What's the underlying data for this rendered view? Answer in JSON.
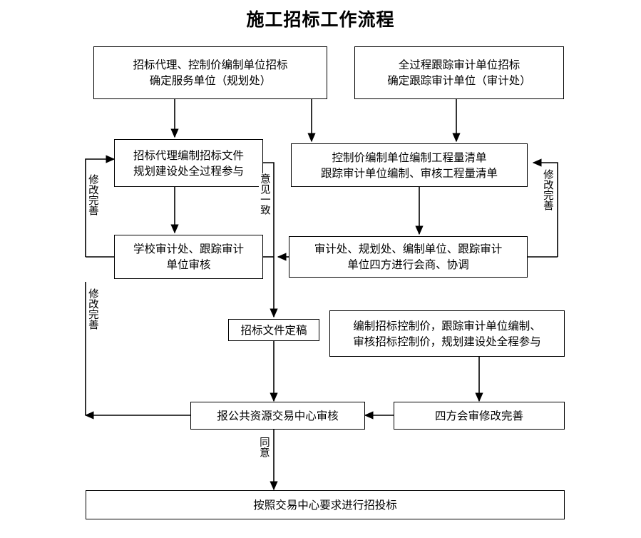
{
  "title": "施工招标工作流程",
  "nodes": {
    "n1": {
      "lines": [
        "招标代理、控制价编制单位招标",
        "确定服务单位（规划处）"
      ]
    },
    "n2": {
      "lines": [
        "全过程跟踪审计单位招标",
        "确定跟踪审计单位（审计处）"
      ]
    },
    "n3": {
      "lines": [
        "招标代理编制招标文件",
        "规划建设处全过程参与"
      ]
    },
    "n4": {
      "lines": [
        "控制价编制单位编制工程量清单",
        "跟踪审计单位编制、审核工程量清单"
      ]
    },
    "n5": {
      "lines": [
        "学校审计处、跟踪审计",
        "单位审核"
      ]
    },
    "n6": {
      "lines": [
        "审计处、规划处、编制单位、跟踪审计",
        "单位四方进行会商、协调"
      ]
    },
    "n7": {
      "lines": [
        "招标文件定稿"
      ]
    },
    "n8": {
      "lines": [
        "编制招标控制价，跟踪审计单位编制、",
        "审核招标控制价，规划建设处全程参与"
      ]
    },
    "n9": {
      "lines": [
        "报公共资源交易中心审核"
      ]
    },
    "n10": {
      "lines": [
        "四方会审修改完善"
      ]
    },
    "n11": {
      "lines": [
        "按照交易中心要求进行招投标"
      ]
    }
  },
  "edge_labels": {
    "left_upper": "修改完善",
    "left_lower": "修改完善",
    "middle": "意见一致",
    "right": "修改完善",
    "agree": "同意"
  },
  "colors": {
    "stroke": "#000000",
    "background": "#ffffff",
    "text": "#000000"
  }
}
